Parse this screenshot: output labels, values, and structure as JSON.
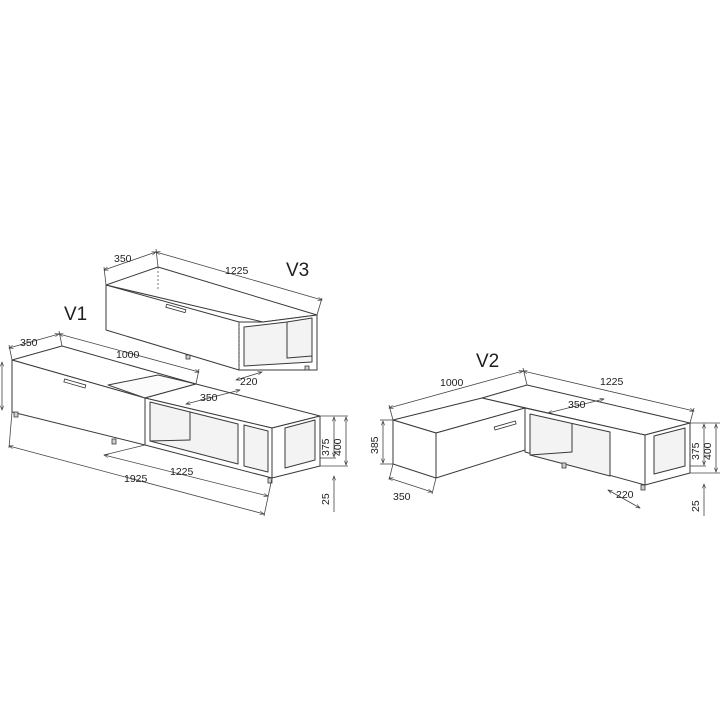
{
  "variants": {
    "v1": {
      "label": "V1",
      "dims": {
        "depth_left": "350",
        "top_length": "1000",
        "inner_depth": "350",
        "height_body": "375",
        "height_total": "400",
        "total_length": "1925",
        "lower_length": "1225",
        "leg_height": "25"
      }
    },
    "v2": {
      "label": "V2",
      "dims": {
        "top_length": "1000",
        "right_length": "1225",
        "inner_depth": "350",
        "front_height": "385",
        "front_depth": "350",
        "shelf_depth": "220",
        "height_body": "375",
        "height_total": "400",
        "leg_height": "25"
      }
    },
    "v3": {
      "label": "V3",
      "dims": {
        "depth": "350",
        "length": "1225",
        "shelf_depth": "220"
      }
    }
  }
}
